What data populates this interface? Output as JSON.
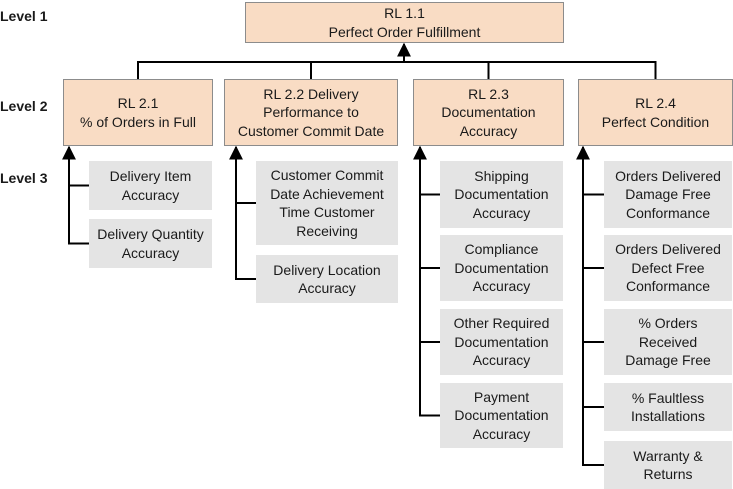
{
  "levels": [
    "Level 1",
    "Level 2",
    "Level 3"
  ],
  "root": {
    "lines": [
      "RL 1.1",
      "Perfect Order Fulfillment"
    ]
  },
  "columns": [
    {
      "lines": [
        "RL 2.1",
        "% of Orders in Full"
      ],
      "children": [
        {
          "lines": [
            "Delivery Item",
            "Accuracy"
          ]
        },
        {
          "lines": [
            "Delivery Quantity",
            "Accuracy"
          ]
        }
      ]
    },
    {
      "lines": [
        "RL 2.2 Delivery",
        "Performance to",
        "Customer Commit Date"
      ],
      "children": [
        {
          "lines": [
            "Customer Commit",
            "Date Achievement",
            "Time Customer",
            "Receiving"
          ]
        },
        {
          "lines": [
            "Delivery Location",
            "Accuracy"
          ]
        }
      ]
    },
    {
      "lines": [
        "RL 2.3",
        "Documentation",
        "Accuracy"
      ],
      "children": [
        {
          "lines": [
            "Shipping",
            "Documentation",
            "Accuracy"
          ]
        },
        {
          "lines": [
            "Compliance",
            "Documentation",
            "Accuracy"
          ]
        },
        {
          "lines": [
            "Other Required",
            "Documentation",
            "Accuracy"
          ]
        },
        {
          "lines": [
            "Payment",
            "Documentation",
            "Accuracy"
          ]
        }
      ]
    },
    {
      "lines": [
        "RL 2.4",
        "Perfect Condition"
      ],
      "children": [
        {
          "lines": [
            "Orders Delivered",
            "Damage Free",
            "Conformance"
          ]
        },
        {
          "lines": [
            "Orders Delivered",
            "Defect Free",
            "Conformance"
          ]
        },
        {
          "lines": [
            "% Orders",
            "Received",
            "Damage Free"
          ]
        },
        {
          "lines": [
            "% Faultless",
            "Installations"
          ]
        },
        {
          "lines": [
            "Warranty &",
            "Returns"
          ]
        }
      ]
    }
  ]
}
